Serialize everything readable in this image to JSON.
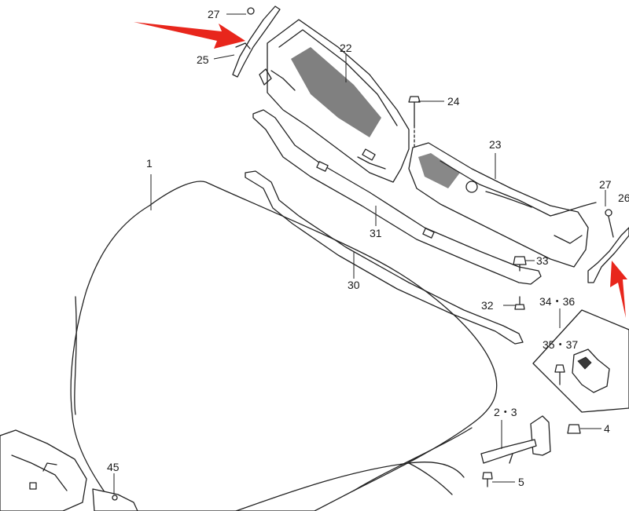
{
  "callouts": {
    "c1": "1",
    "c2_3": "2・3",
    "c4": "4",
    "c5": "5",
    "c22": "22",
    "c23": "23",
    "c24": "24",
    "c25": "25",
    "c26": "26",
    "c27_left": "27",
    "c27_right": "27",
    "c30": "30",
    "c31": "31",
    "c32": "32",
    "c33": "33",
    "c34_36": "34・36",
    "c35_37": "35・37",
    "c45": "45"
  },
  "colors": {
    "line": "#222222",
    "arrow": "#e8261c",
    "background": "#ffffff"
  }
}
